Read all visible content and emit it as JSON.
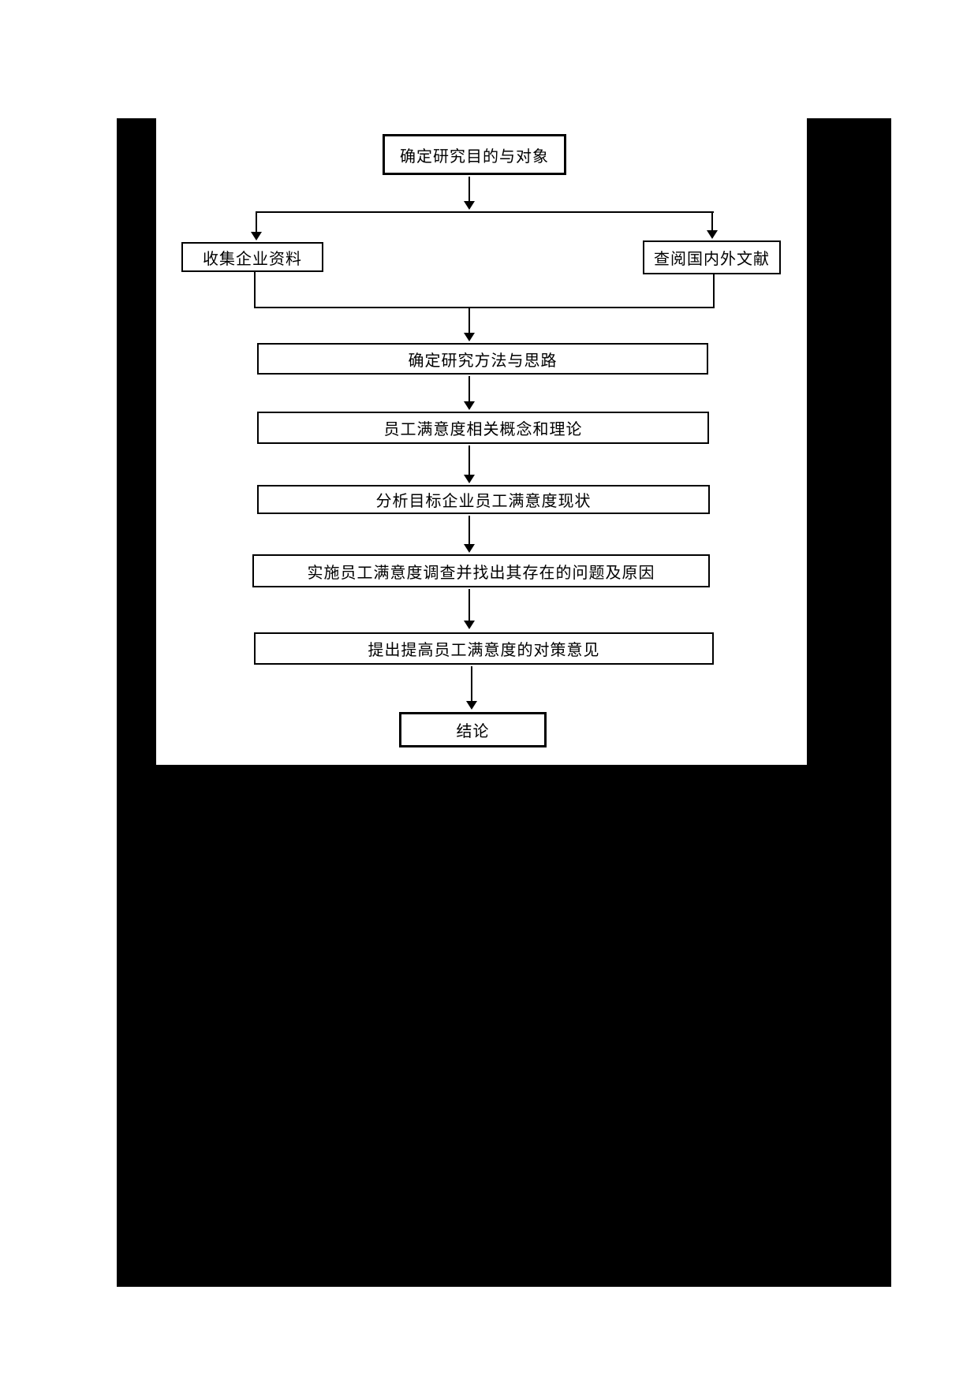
{
  "colors": {
    "background": "#ffffff",
    "frame": "#000000",
    "line": "#000000",
    "node_fill": "#ffffff",
    "node_border": "#000000"
  },
  "diagram": {
    "type": "flowchart",
    "direction": "top-down",
    "nodes": [
      {
        "id": "step-1",
        "label": "确定研究目的与对象"
      },
      {
        "id": "step-2a",
        "label": "收集企业资料"
      },
      {
        "id": "step-2b",
        "label": "查阅国内外文献"
      },
      {
        "id": "step-3",
        "label": "确定研究方法与思路"
      },
      {
        "id": "step-4",
        "label": "员工满意度相关概念和理论"
      },
      {
        "id": "step-5",
        "label": "分析目标企业员工满意度现状"
      },
      {
        "id": "step-6",
        "label": "实施员工满意度调查并找出其存在的问题及原因"
      },
      {
        "id": "step-7",
        "label": "提出提高员工满意度的对策意见"
      },
      {
        "id": "step-8",
        "label": "结论"
      }
    ],
    "edges": [
      {
        "from": "step-1",
        "to": "step-2a"
      },
      {
        "from": "step-1",
        "to": "step-2b"
      },
      {
        "from": "step-2a",
        "to": "step-3"
      },
      {
        "from": "step-2b",
        "to": "step-3"
      },
      {
        "from": "step-3",
        "to": "step-4"
      },
      {
        "from": "step-4",
        "to": "step-5"
      },
      {
        "from": "step-5",
        "to": "step-6"
      },
      {
        "from": "step-6",
        "to": "step-7"
      },
      {
        "from": "step-7",
        "to": "step-8"
      }
    ]
  }
}
